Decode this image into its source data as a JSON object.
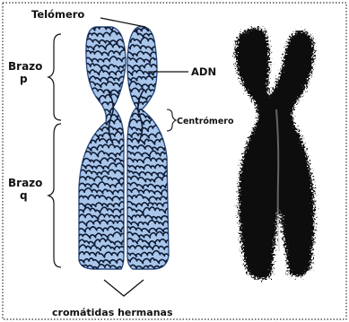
{
  "labels": {
    "telomere": "Telómero",
    "dna": "ADN",
    "centromere": "Centrómero",
    "arm_p_word": "Brazo",
    "arm_p_letter": "p",
    "arm_q_word": "Brazo",
    "arm_q_letter": "q",
    "sister_chromatids": "cromátidas hermanas"
  },
  "colors": {
    "frame": "#333333",
    "chromatid_fill": "#a9c6ea",
    "chromatid_outline": "#2d4f86",
    "dna_strand": "#0d1a33",
    "micrograph": "#0a0a0a",
    "background": "#ffffff"
  }
}
